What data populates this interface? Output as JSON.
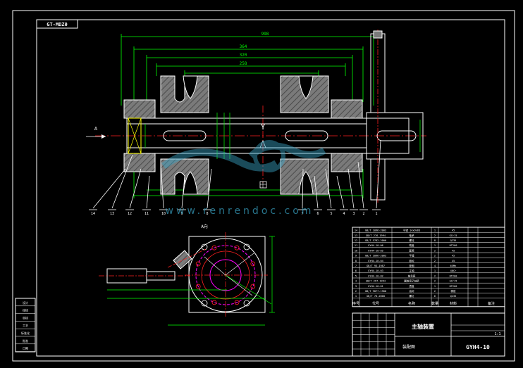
{
  "drawing": {
    "code_box": "GT-MDZ0",
    "title": "主轴装置",
    "subtitle": "装配图",
    "drawing_no": "GYH4-10",
    "view_label": "Y",
    "section_mark": "A",
    "section_view_label": "A向",
    "watermark": "www.renrendoc.com",
    "scale": "1:1"
  },
  "colors": {
    "background": "#000000",
    "outline": "#ffffff",
    "dimension": "#00ff00",
    "hatch": "#808080",
    "center": "#ff2020",
    "phantom": "#ff00ff",
    "leader": "#ffffff"
  },
  "dimensions": {
    "overall": "998",
    "d1": "364",
    "d2": "320",
    "d3": "258"
  },
  "bom_header": [
    "序号",
    "代号",
    "名称",
    "数量",
    "材料",
    "备注"
  ],
  "bom_rows": [
    [
      "14",
      "GB/T 1096-2003",
      "平键 14x9x63",
      "1",
      "45",
      ""
    ],
    [
      "13",
      "GB/T 276-1994",
      "轴承",
      "2",
      "GCr15",
      ""
    ],
    [
      "12",
      "GB/T 5782-2000",
      "螺栓",
      "8",
      "Q235",
      ""
    ],
    [
      "11",
      "GYH4-10-06",
      "端盖",
      "1",
      "HT200",
      ""
    ],
    [
      "10",
      "GYH4-10-05",
      "套筒",
      "2",
      "45",
      ""
    ],
    [
      "9",
      "GB/T 1096-2003",
      "平键",
      "2",
      "45",
      ""
    ],
    [
      "8",
      "GYH4-10-04",
      "链轮",
      "2",
      "45",
      ""
    ],
    [
      "7",
      "GB/T 93-1987",
      "垫圈",
      "4",
      "65Mn",
      ""
    ],
    [
      "6",
      "GYH4-10-03",
      "主轴",
      "1",
      "40Cr",
      ""
    ],
    [
      "5",
      "GYH4-10-02",
      "轴承座",
      "2",
      "HT200",
      ""
    ],
    [
      "4",
      "GB/T 297-1994",
      "圆锥滚子轴承",
      "2",
      "GCr15",
      ""
    ],
    [
      "3",
      "GYH4-10-01",
      "透盖",
      "1",
      "HT200",
      ""
    ],
    [
      "2",
      "GB/T 9877-1988",
      "油封",
      "2",
      "橡胶",
      ""
    ],
    [
      "1",
      "GB/T 70-2000",
      "螺钉",
      "6",
      "Q235",
      ""
    ]
  ],
  "part_numbers": [
    "1",
    "2",
    "3",
    "4",
    "5",
    "6",
    "7",
    "8",
    "9",
    "10",
    "11",
    "12",
    "13",
    "14"
  ],
  "leader_tags": [
    "14",
    "13",
    "12",
    "11",
    "10",
    "9",
    "8",
    "7",
    "6",
    "5",
    "4",
    "3",
    "2",
    "1"
  ],
  "left_block": [
    "设计",
    "校核",
    "审核",
    "工艺",
    "标准化",
    "批准",
    "日期"
  ]
}
